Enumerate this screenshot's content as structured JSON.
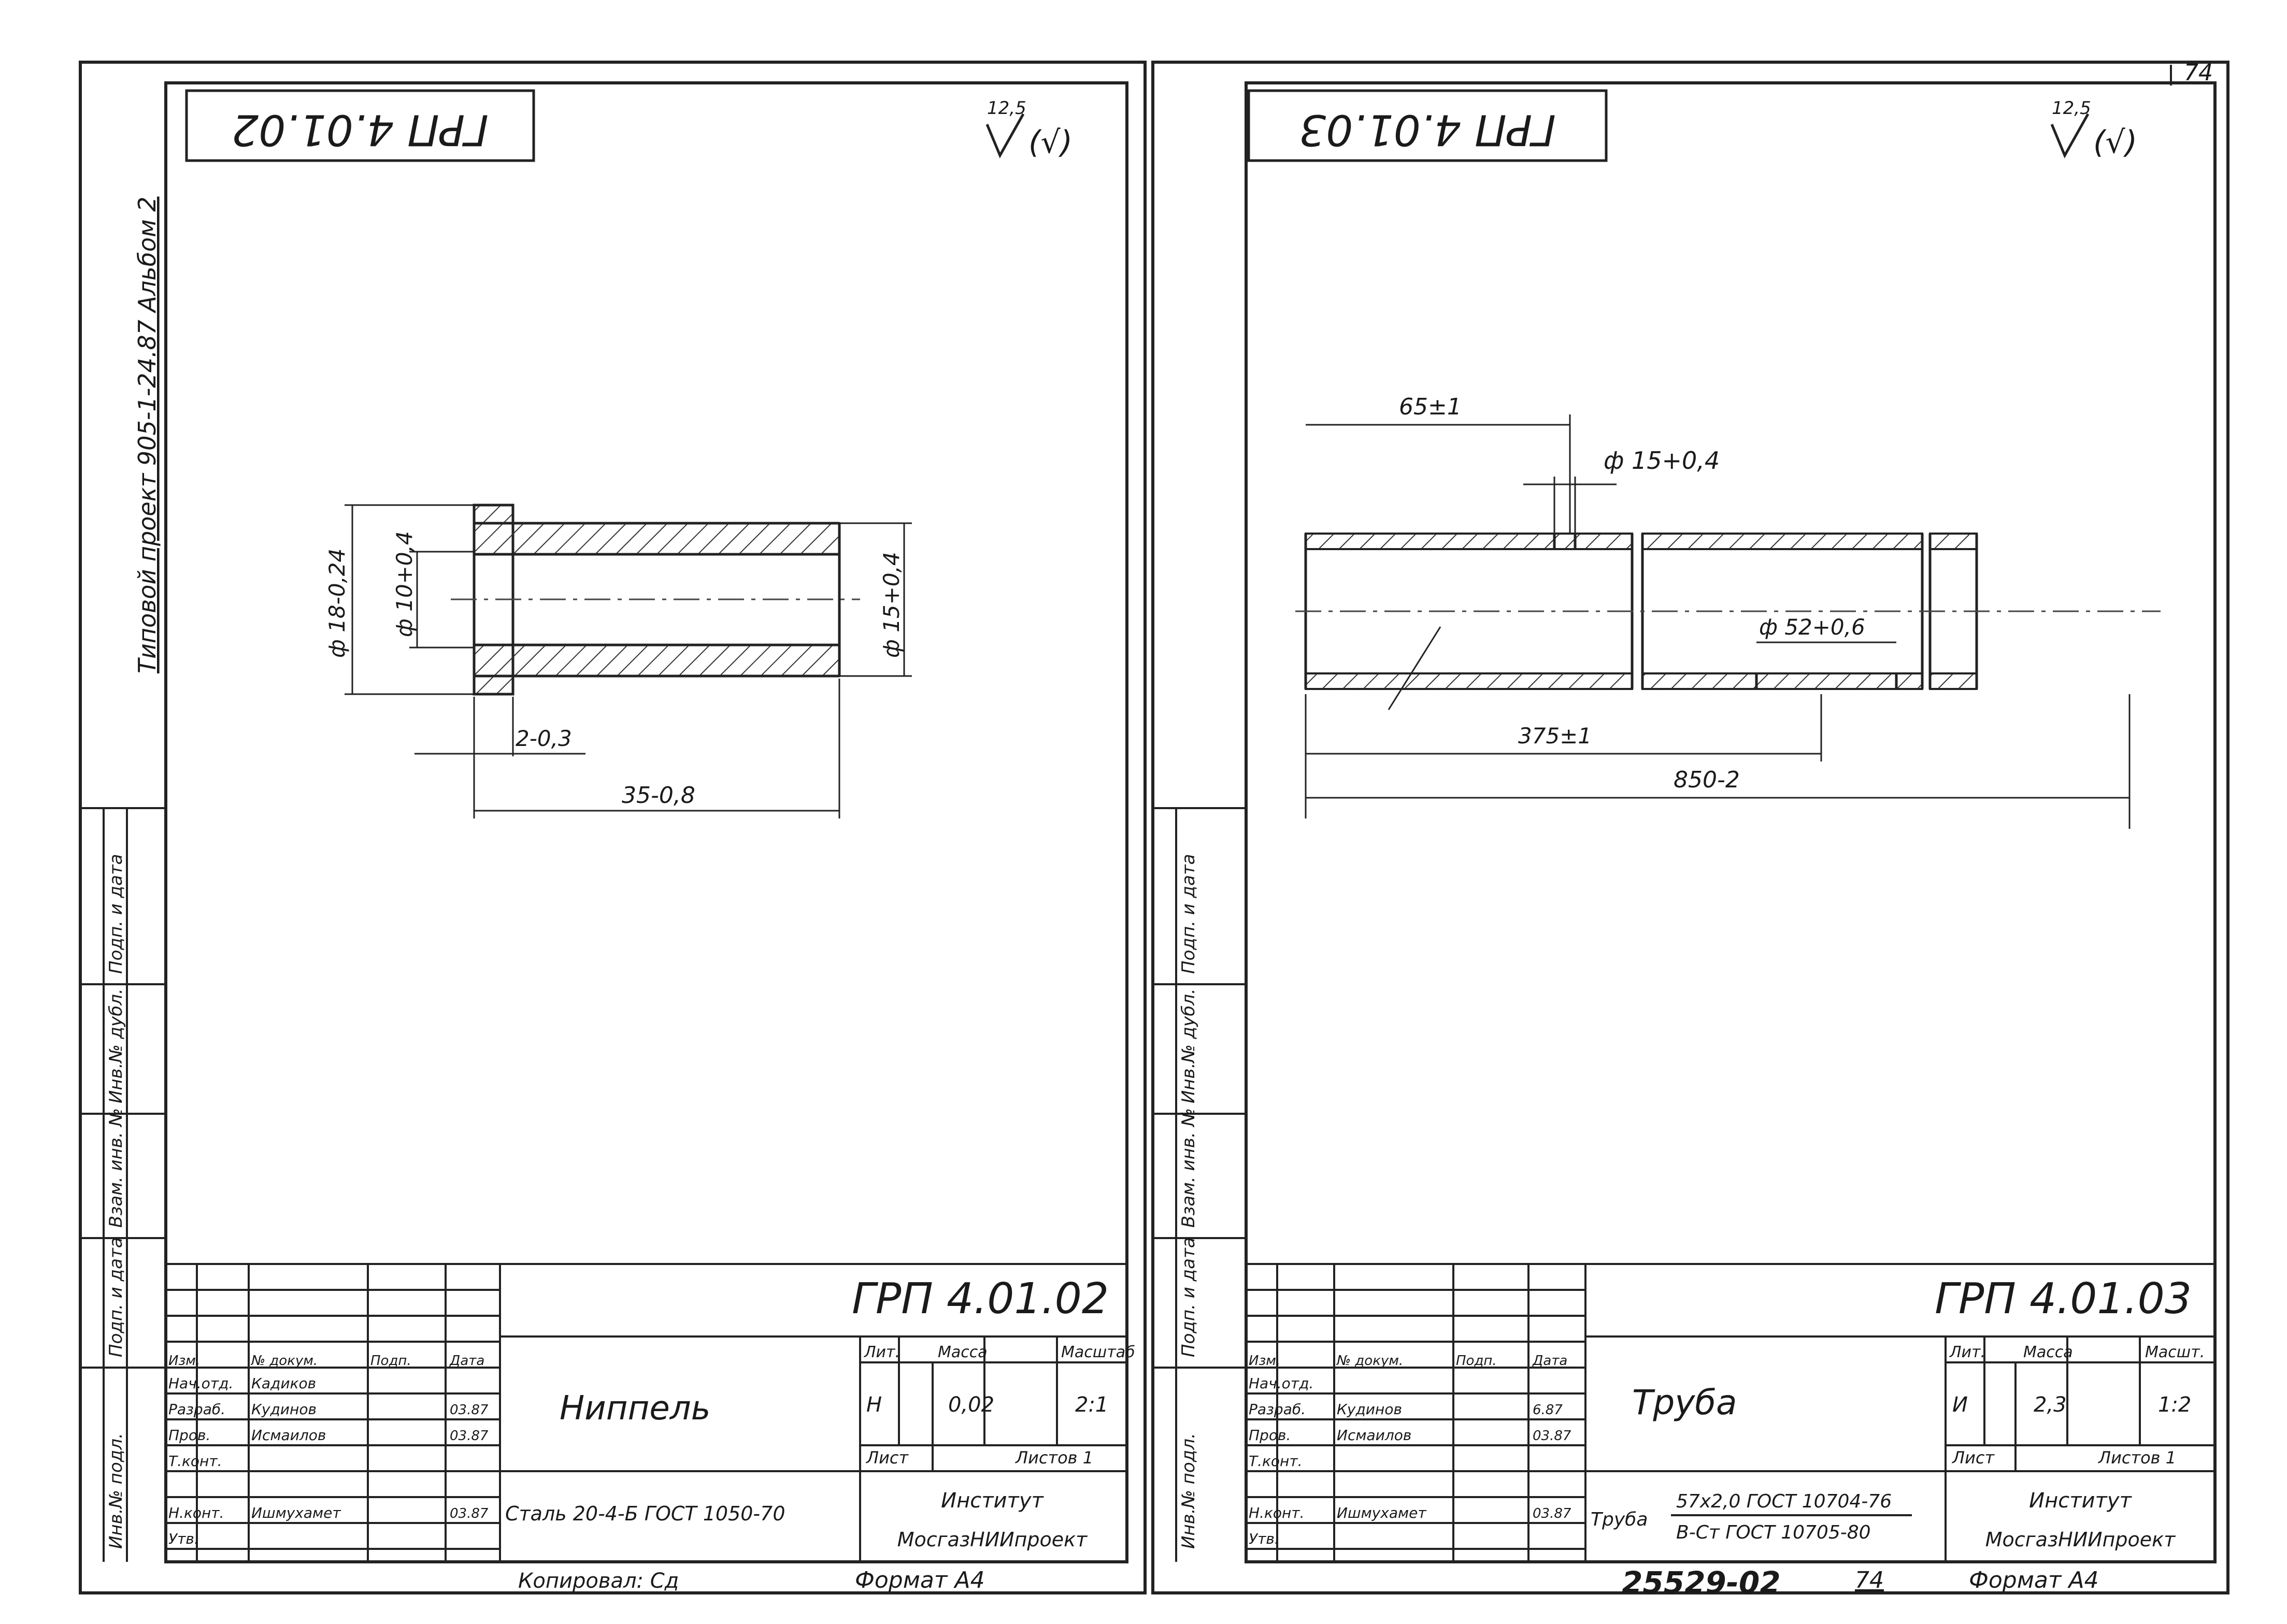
{
  "page_number": "74",
  "bottom_line": {
    "reg_number": "25529-02",
    "page_ref": "74",
    "format": "Формат А4",
    "copied": "Копировал: Сд"
  },
  "left_sheet": {
    "stamp": "ГРП 4.01.02",
    "roughness": "12,5",
    "side_label": "Типовой проект 905-1-24.87 Альбом 2",
    "dims": {
      "outer_flange": "ф 18-0,24",
      "bore": "ф 10+0,4",
      "outer": "ф 15+0,4",
      "flange": "2-0,3",
      "length": "35-0,8"
    },
    "title_block": {
      "code": "ГРП 4.01.02",
      "name": "Ниппель",
      "material": "Сталь 20-4-Б ГОСТ 1050-70",
      "hdr_lit": "Лит.",
      "hdr_mass": "Масса",
      "hdr_scale": "Масштаб",
      "lit": "Н",
      "mass": "0,02",
      "scale": "2:1",
      "sheet": "Лист",
      "sheets": "Листов 1",
      "org1": "Институт",
      "org2": "МосгазНИИпроект",
      "roles": [
        {
          "role": "Нач.отд.",
          "name": "Кадиков",
          "date": ""
        },
        {
          "role": "Разраб.",
          "name": "Кудинов",
          "date": "03.87"
        },
        {
          "role": "Пров.",
          "name": "Исмаилов",
          "date": "03.87"
        },
        {
          "role": "Т.конт.",
          "name": "",
          "date": ""
        },
        {
          "role": "",
          "name": "",
          "date": ""
        },
        {
          "role": "Н.конт.",
          "name": "Ишмухамет",
          "date": "03.87"
        },
        {
          "role": "Утв.",
          "name": "",
          "date": ""
        }
      ],
      "col_headers": [
        "Изм.",
        "№ докум.",
        "Подп.",
        "Дата"
      ]
    }
  },
  "right_sheet": {
    "stamp": "ГРП 4.01.03",
    "roughness": "12,5",
    "dims": {
      "hole_offset": "65±1",
      "hole_dia": "ф 15+0,4",
      "pipe_dia": "ф 52+0,6",
      "mid": "375±1",
      "total": "850-2"
    },
    "title_block": {
      "code": "ГРП 4.01.03",
      "name": "Труба",
      "material_prefix": "Труба",
      "material_top": "57х2,0 ГОСТ 10704-76",
      "material_bottom": "В-Ст ГОСТ 10705-80",
      "hdr_lit": "Лит.",
      "hdr_mass": "Масса",
      "hdr_scale": "Масшт.",
      "lit": "И",
      "mass": "2,3",
      "scale": "1:2",
      "sheet": "Лист",
      "sheets": "Листов 1",
      "org1": "Институт",
      "org2": "МосгазНИИпроект",
      "roles": [
        {
          "role": "Нач.отд.",
          "name": "",
          "date": ""
        },
        {
          "role": "Разраб.",
          "name": "Кудинов",
          "date": "6.87"
        },
        {
          "role": "Пров.",
          "name": "Исмаилов",
          "date": "03.87"
        },
        {
          "role": "Т.конт.",
          "name": "",
          "date": ""
        },
        {
          "role": "",
          "name": "",
          "date": ""
        },
        {
          "role": "Н.конт.",
          "name": "Ишмухамет",
          "date": "03.87"
        },
        {
          "role": "Утв.",
          "name": "",
          "date": ""
        }
      ],
      "col_headers": [
        "Изм.",
        "№ докум.",
        "Подп.",
        "Дата"
      ]
    }
  },
  "side_stamps": [
    "Инв.№ подл.",
    "Подп. и дата",
    "Взам. инв. №",
    "Инв.№ дубл.",
    "Подп. и дата"
  ]
}
